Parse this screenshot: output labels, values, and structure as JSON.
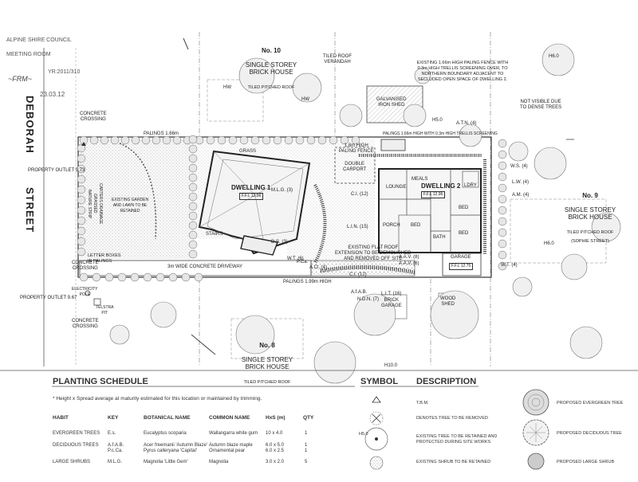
{
  "stamp": {
    "lines": [
      "ALPINE SHIRE COUNCIL",
      "MEETING ROOM"
    ],
    "ref": "YR:2011/310",
    "date": "23.03.12"
  },
  "streets": {
    "deborah": "DEBORAH",
    "street": "STREET"
  },
  "neighbours": {
    "no10": {
      "no": "No. 10",
      "desc": "SINGLE STOREY\nBRICK HOUSE",
      "roof": "TILED PITCHED ROOF"
    },
    "no9": {
      "no": "No. 9",
      "desc": "SINGLE STOREY\nBRICK HOUSE",
      "roof": "TILED PITCHED ROOF\n(SOPHIE STREET)"
    },
    "no8": {
      "no": "No. 8",
      "desc": "SINGLE STOREY\nBRICK HOUSE",
      "roof": "TILED PITCHED ROOF"
    }
  },
  "dwellings": {
    "d1": {
      "name": "DWELLING 1",
      "ffl": "F.F.L 12.96"
    },
    "d2": {
      "name": "DWELLING 2",
      "ffl": "F.F.L 12.96"
    }
  },
  "labels": {
    "tiled_roof_verandah": "TILED ROOF\nVERANDAH",
    "existing_fence_note": "EXISTING 1.66m HIGH PALING FENCE WITH\n0.3m HIGH TRELLIS SCREENING OVER, TO\nNORTHERN BOUNDARY ADJACENT TO\nSECLUDED OPEN SPACE OF DWELLING 2.",
    "galv_shed": "GALVANISED\nIRON SHED",
    "not_visible": "NOT VISIBLE DUE\nTO DENSE TREES",
    "palings_top": "PALINGS 1.66m",
    "palings_top_right": "PALINGS 1.66m HIGH WITH 0.3m HIGH TRELLIS SCREENING",
    "fence_18": "1.8m HIGH\nPALING FENCE",
    "double_carport": "DOUBLE\nCARPORT",
    "existing_garden": "EXISTING GARDEN\nAND LAWN TO BE\nRETAINED",
    "nature_strip": "CARTERS DRAINAGE\nGRASSED\nNATURE STRIP",
    "letter_boxes": "LETTER BOXES\nIN PALINGS",
    "driveway": "3m   WIDE   CONCRETE   DRIVEWAY",
    "flat_roof": "EXISTING FLAT ROOF\nEXTENSION TO BE DEMOLISHED\nAND REMOVED OFF SITE",
    "palings_bottom": "PALINGS  1.99m  HIGH",
    "brick_garage": "BRICK\nGARAGE",
    "wood_shed": "WOOD\nSHED",
    "garage": "GARAGE",
    "ffl_garage": "F.F.L 12.75",
    "property_outlet_1": "PROPERTY OUTLET 9.73",
    "property_outlet_2": "PROPERTY OUTLET 9.67",
    "concrete_crossing": "CONCRETE\nCROSSING",
    "electricity_pole": "ELECTRICITY\nPOLE",
    "telstra": "TELSTRA\nPIT",
    "stairs": "STAIRS",
    "porch": "PORCH",
    "lounge": "LOUNGE",
    "meals": "MEALS",
    "bed": "BED",
    "bath": "BATH",
    "lndry": "LDRY",
    "hw": "HW",
    "ci_12": "C.I. (12)",
    "lin_15": "L.I.N. (15)",
    "mlg_3": "M.L.G. (3)",
    "wt_6": "W.T. (6)",
    "ds_3": "D.S. (3)",
    "pca": "P.Ca.",
    "acl_4": "A.Cl. (4)",
    "aav_8": "A.A.V. (8)",
    "aav_6": "A.A.V. (6)",
    "afab": "A.f.A.B.",
    "ndn_7": "N.D.N. (7)",
    "lit_16": "L.I.T. (16)",
    "wt_4": "W.T. (4)",
    "ws_4": "W.S. (4)",
    "lw_4": "L.W. (4)",
    "am_4": "A.M. (4)",
    "atn_4": "A.T.N. (4)",
    "h6": "H6.0",
    "h10": "H10.0",
    "h5": "H5.0",
    "grass": "GRASS"
  },
  "planting": {
    "title": "PLANTING SCHEDULE",
    "note": "* Height x Spread average at maturity estimated for this location or maintained by trimming.",
    "headers": [
      "HABIT",
      "KEY",
      "BOTANICAL NAME",
      "COMMON NAME",
      "HxS (m)",
      "QTY"
    ],
    "rows": [
      {
        "habit": "EVERGREEN TREES",
        "key": "E.s.",
        "botanical": "Eucalyptus scoparia",
        "common": "Wallangarra white gum",
        "hxs": "10 x 4.0",
        "qty": "1"
      },
      {
        "habit": "DECIDUOUS TREES",
        "key": "A.f.A.B.\nP.c.Ca.",
        "botanical": "Acer freemanii 'Autumn Blaze'\nPyrus calleryana 'Capital'",
        "common": "Autumn blaze maple\nOrnamental pear",
        "hxs": "6.0 x 5.0\n6.0 x 2.5",
        "qty": "1\n1"
      },
      {
        "habit": "LARGE SHRUBS",
        "key": "M.L.G.",
        "botanical": "Magnolia 'Little Gem'",
        "common": "Magnolia",
        "hxs": "3.0 x 2.0",
        "qty": "5"
      }
    ]
  },
  "symbols": {
    "title_symbol": "SYMBOL",
    "title_desc": "DESCRIPTION",
    "items": [
      {
        "desc": "T.B.M."
      },
      {
        "desc": "DENOTES TREE TO BE REMOVED"
      },
      {
        "desc": "EXISTING TREE TO BE RETAINED AND\nPROTECTED DURING SITE WORKS"
      },
      {
        "desc": "EXISTING SHRUB TO BE RETAINED"
      }
    ],
    "right": [
      {
        "desc": "PROPOSED  EVERGREEN TREE"
      },
      {
        "desc": "PROPOSED DECIDUOUS TREE"
      },
      {
        "desc": "PROPOSED LARGE SHRUB"
      }
    ],
    "h5_label": "H5.0"
  }
}
